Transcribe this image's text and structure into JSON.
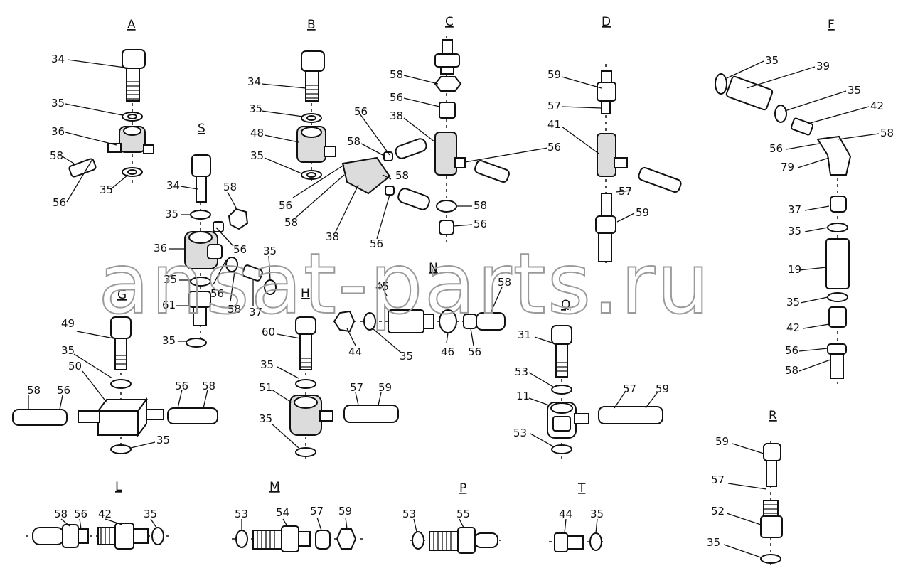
{
  "watermark": "ansat-parts.ru",
  "groups": [
    {
      "id": "A",
      "label": "A"
    },
    {
      "id": "B",
      "label": "B"
    },
    {
      "id": "C",
      "label": "C"
    },
    {
      "id": "D",
      "label": "D"
    },
    {
      "id": "F",
      "label": "F"
    },
    {
      "id": "S",
      "label": "S"
    },
    {
      "id": "G",
      "label": "G"
    },
    {
      "id": "H",
      "label": "H"
    },
    {
      "id": "N",
      "label": "N"
    },
    {
      "id": "Q",
      "label": "Q"
    },
    {
      "id": "R",
      "label": "R"
    },
    {
      "id": "L",
      "label": "L"
    },
    {
      "id": "M",
      "label": "M"
    },
    {
      "id": "P",
      "label": "P"
    },
    {
      "id": "T",
      "label": "T"
    }
  ],
  "callouts": {
    "A": [
      "34",
      "35",
      "36",
      "58",
      "56",
      "35"
    ],
    "B": [
      "34",
      "35",
      "48",
      "35",
      "56",
      "58",
      "56",
      "58",
      "38",
      "58",
      "56"
    ],
    "C": [
      "58",
      "56",
      "38",
      "56",
      "58",
      "56"
    ],
    "D": [
      "59",
      "57",
      "41",
      "57",
      "59"
    ],
    "F": [
      "35",
      "39",
      "35",
      "42",
      "58",
      "56",
      "79",
      "37",
      "35",
      "19",
      "35",
      "42",
      "56",
      "58"
    ],
    "S": [
      "34",
      "58",
      "35",
      "56",
      "36",
      "35",
      "35",
      "56",
      "58",
      "37",
      "61",
      "35"
    ],
    "G": [
      "49",
      "35",
      "50",
      "58",
      "56",
      "56",
      "58",
      "35"
    ],
    "H": [
      "60",
      "35",
      "51",
      "57",
      "59",
      "35"
    ],
    "N": [
      "45",
      "58",
      "44",
      "35",
      "46",
      "56"
    ],
    "Q": [
      "31",
      "53",
      "11",
      "57",
      "59",
      "53"
    ],
    "R": [
      "59",
      "57",
      "52",
      "35"
    ],
    "L": [
      "58",
      "56",
      "42",
      "35"
    ],
    "M": [
      "53",
      "54",
      "57",
      "59"
    ],
    "P": [
      "53",
      "55"
    ],
    "T": [
      "44",
      "35"
    ]
  }
}
